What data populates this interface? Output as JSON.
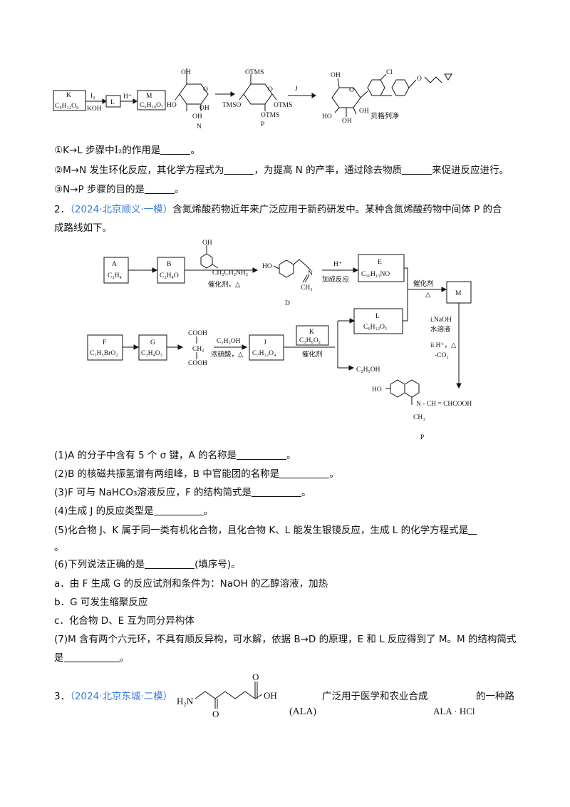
{
  "scheme1": {
    "K_label": "K",
    "K_formula": "C₉H₁₂O₈",
    "reagent_top": "I₂",
    "reagent_bottom": "KOH",
    "L_label": "L",
    "H_plus": "H⁺",
    "M_label": "M",
    "M_formula": "C₆H₁₀O₇",
    "N_label": "N",
    "P_label": "P",
    "J_label": "J",
    "product_name": "贝格列净",
    "groups": {
      "OH": "OH",
      "HO": "HO",
      "O": "O",
      "OTMS": "OTMS",
      "TMSO": "TMSO",
      "Cl": "Cl"
    }
  },
  "q1_items": [
    {
      "id": "①",
      "text_a": "K→L 步骤中",
      "reagent": "I₂",
      "text_b": "的作用是",
      "tail": "。"
    },
    {
      "id": "②",
      "text_a": "M→N 发生环化反应，其化学方程式为",
      "text_mid": "，为提高 N 的产率，通过除去物质",
      "tail": "来促进反应进行。"
    },
    {
      "id": "③",
      "text_a": "N→P 步骤的目的是",
      "tail": "。"
    }
  ],
  "q2": {
    "number": "2．",
    "source": "（2024·北京顺义·一模）",
    "intro_line1": "含氮烯酸药物近年来广泛应用于新药研发中。某种含氮烯酸药物中间体 P 的合",
    "intro_line2": "成路线如下。",
    "scheme": {
      "A_label": "A",
      "A_formula": "C₂H₄",
      "B_label": "B",
      "B_formula": "C₂H₄O",
      "catalyst_heat": "催化剂，△",
      "D_label": "D",
      "H_plus": "H⁺",
      "addition": "加成反应",
      "E_label": "E",
      "E_formula": "C₁₀H₁₃NO",
      "catalyst": "催化剂",
      "heat": "△",
      "M_label": "M",
      "L_label": "L",
      "L_formula": "C₆H₁₂O₅",
      "F_label": "F",
      "F_formula": "C₃H₅BrO₂",
      "G_label": "G",
      "G_formula": "C₃H₄O₃",
      "mid_cooh1": "COOH",
      "mid_ch2": "CH₂",
      "mid_cooh2": "COOH",
      "ethanol": "C₂H₅OH",
      "acid_cond": "浓硫酸，△",
      "J_label": "J",
      "J_formula": "C₇H₁₂O₄",
      "K_label": "K",
      "K_formula": "C₃H₆O₂",
      "byproduct": "C₂H₅OH",
      "step_i": "i.NaOH",
      "step_i2": "水溶液",
      "step_ii": "ii.H⁺，△",
      "step_ii2": "-CO₂",
      "P_chain": "N - CH = CHCOOH",
      "P_methyl": "CH₃",
      "P_label": "P",
      "HO": "HO",
      "OH": "OH",
      "chain_amine": "CH₂CH₂NH₂",
      "N": "N",
      "CH3": "CH₃"
    },
    "subquestions": [
      {
        "a": "(1)A 的分子中含有 5 个 σ 键，A 的名称是",
        "tail": "。"
      },
      {
        "a": "(2)B 的核磁共振氢谱有两组峰，B 中官能团的名称是",
        "tail": "。"
      },
      {
        "a": "(3)F 可与 NaHCO₃溶液反应，F 的结构简式是",
        "tail": "。"
      },
      {
        "a": "(4)生成 J 的反应类型是",
        "tail": "。"
      },
      {
        "a": "(5)化合物 J、K 属于同一类有机化合物，且化合物 K、L 能发生银镜反应，生成 L 的化学方程式是",
        "tail": ""
      },
      {
        "a": "。",
        "tail": ""
      },
      {
        "a": "(6)下列说法正确的是",
        "tail": "(填序号)。"
      }
    ],
    "options": [
      "a．由 F 生成 G 的反应试剂和条件为：NaOH 的乙醇溶液，加热",
      "b．G 可发生缩聚反应",
      "c．化合物 D、E 互为同分异构体"
    ],
    "q7_line1": "(7)M 含有两个六元环，不具有顺反异构，可水解，依据 B→D 的原理，E 和 L 反应得到了 M。M 的结构简式",
    "q7_line2": "是",
    "q7_tail": "。"
  },
  "q3": {
    "number": "3．",
    "source": "（2024·北京东城·二模）",
    "H2N": "H₂N",
    "O": "O",
    "OH": "OH",
    "ALA": "(ALA)",
    "text_a": "广泛用于医学和农业合成",
    "text_b": "的一种路",
    "ala_hcl": "ALA · HCl"
  }
}
